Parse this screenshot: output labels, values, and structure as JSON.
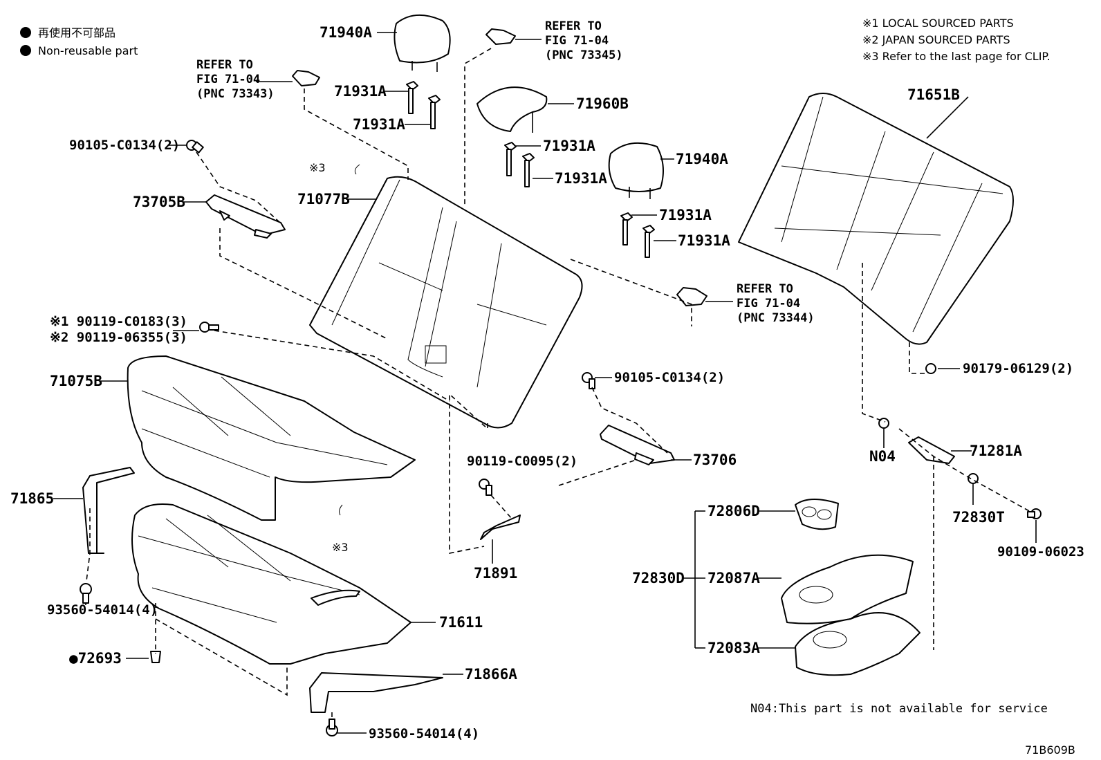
{
  "legend": {
    "non_reusable_jp": "再使用不可部品",
    "non_reusable_en": "Non-reusable part"
  },
  "sourcing_notes": [
    "※1  LOCAL SOURCED PARTS",
    "※2  JAPAN SOURCED PARTS",
    "※3  Refer to the last page for CLIP."
  ],
  "refs": {
    "ref1": {
      "line1": "REFER TO",
      "line2": "FIG 71-04",
      "line3": "(PNC 73343)"
    },
    "ref2": {
      "line1": "REFER TO",
      "line2": "FIG 71-04",
      "line3": "(PNC 73345)"
    },
    "ref3": {
      "line1": "REFER TO",
      "line2": "FIG 71-04",
      "line3": "(PNC 73344)"
    }
  },
  "parts": {
    "p71940A_a": "71940A",
    "p71931A_a": "71931A",
    "p71931A_b": "71931A",
    "p71960B": "71960B",
    "p71931A_c": "71931A",
    "p71931A_d": "71931A",
    "p71940A_b": "71940A",
    "p71931A_e": "71931A",
    "p71931A_f": "71931A",
    "p71651B": "71651B",
    "p90105_a": "90105-C0134(2)",
    "p73705B": "73705B",
    "clip_a": "※3",
    "p71077B": "71077B",
    "p90119_C0183": "※1 90119-C0183(3)",
    "p90119_06355": "※2 90119-06355(3)",
    "p71075B": "71075B",
    "p90105_b": "90105-C0134(2)",
    "p73706": "73706",
    "p90119_C0095": "90119-C0095(2)",
    "p90179": "90179-06129(2)",
    "pN04": "N04",
    "p71281A": "71281A",
    "p72830T": "72830T",
    "p90109": "90109-06023",
    "p71865": "71865",
    "clip_b": "※3",
    "p71891": "71891",
    "p72806D": "72806D",
    "p72830D": "72830D",
    "p72087A": "72087A",
    "p72083A": "72083A",
    "p93560_a": "93560-54014(4)",
    "p71611": "71611",
    "p72693": "●72693",
    "p71866A": "71866A",
    "p93560_b": "93560-54014(4)"
  },
  "footer": {
    "n04_note": "N04:This part is not available for service",
    "figure_code": "71B609B"
  }
}
